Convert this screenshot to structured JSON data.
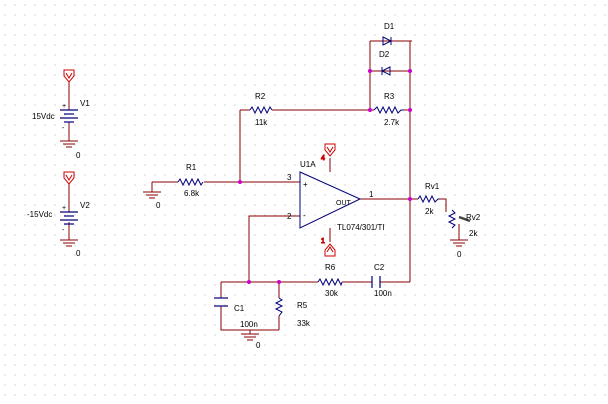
{
  "components": {
    "V1": {
      "ref": "V1",
      "value": "15Vdc",
      "gnd": "0"
    },
    "V2": {
      "ref": "V2",
      "value": "-15Vdc",
      "gnd": "0"
    },
    "R1": {
      "ref": "R1",
      "value": "6.8k"
    },
    "R2": {
      "ref": "R2",
      "value": "11k"
    },
    "R3": {
      "ref": "R3",
      "value": "2.7k"
    },
    "R5": {
      "ref": "R5",
      "value": "33k"
    },
    "R6": {
      "ref": "R6",
      "value": "30k"
    },
    "C1": {
      "ref": "C1",
      "value": "100n"
    },
    "C2": {
      "ref": "C2",
      "value": "100n"
    },
    "D1": {
      "ref": "D1"
    },
    "D2": {
      "ref": "D2"
    },
    "U1A": {
      "ref": "U1A",
      "model": "TL074/301/TI",
      "pin_plus": "3",
      "pin_minus": "2",
      "pin_out": "1",
      "out_label": "OUT"
    },
    "Rv1": {
      "ref": "Rv1",
      "value": "2k"
    },
    "Rv2": {
      "ref": "Rv2",
      "value": "2k"
    }
  },
  "ground_labels": {
    "r1_gnd": "0",
    "rv_gnd": "0",
    "c1_gnd": "0"
  }
}
